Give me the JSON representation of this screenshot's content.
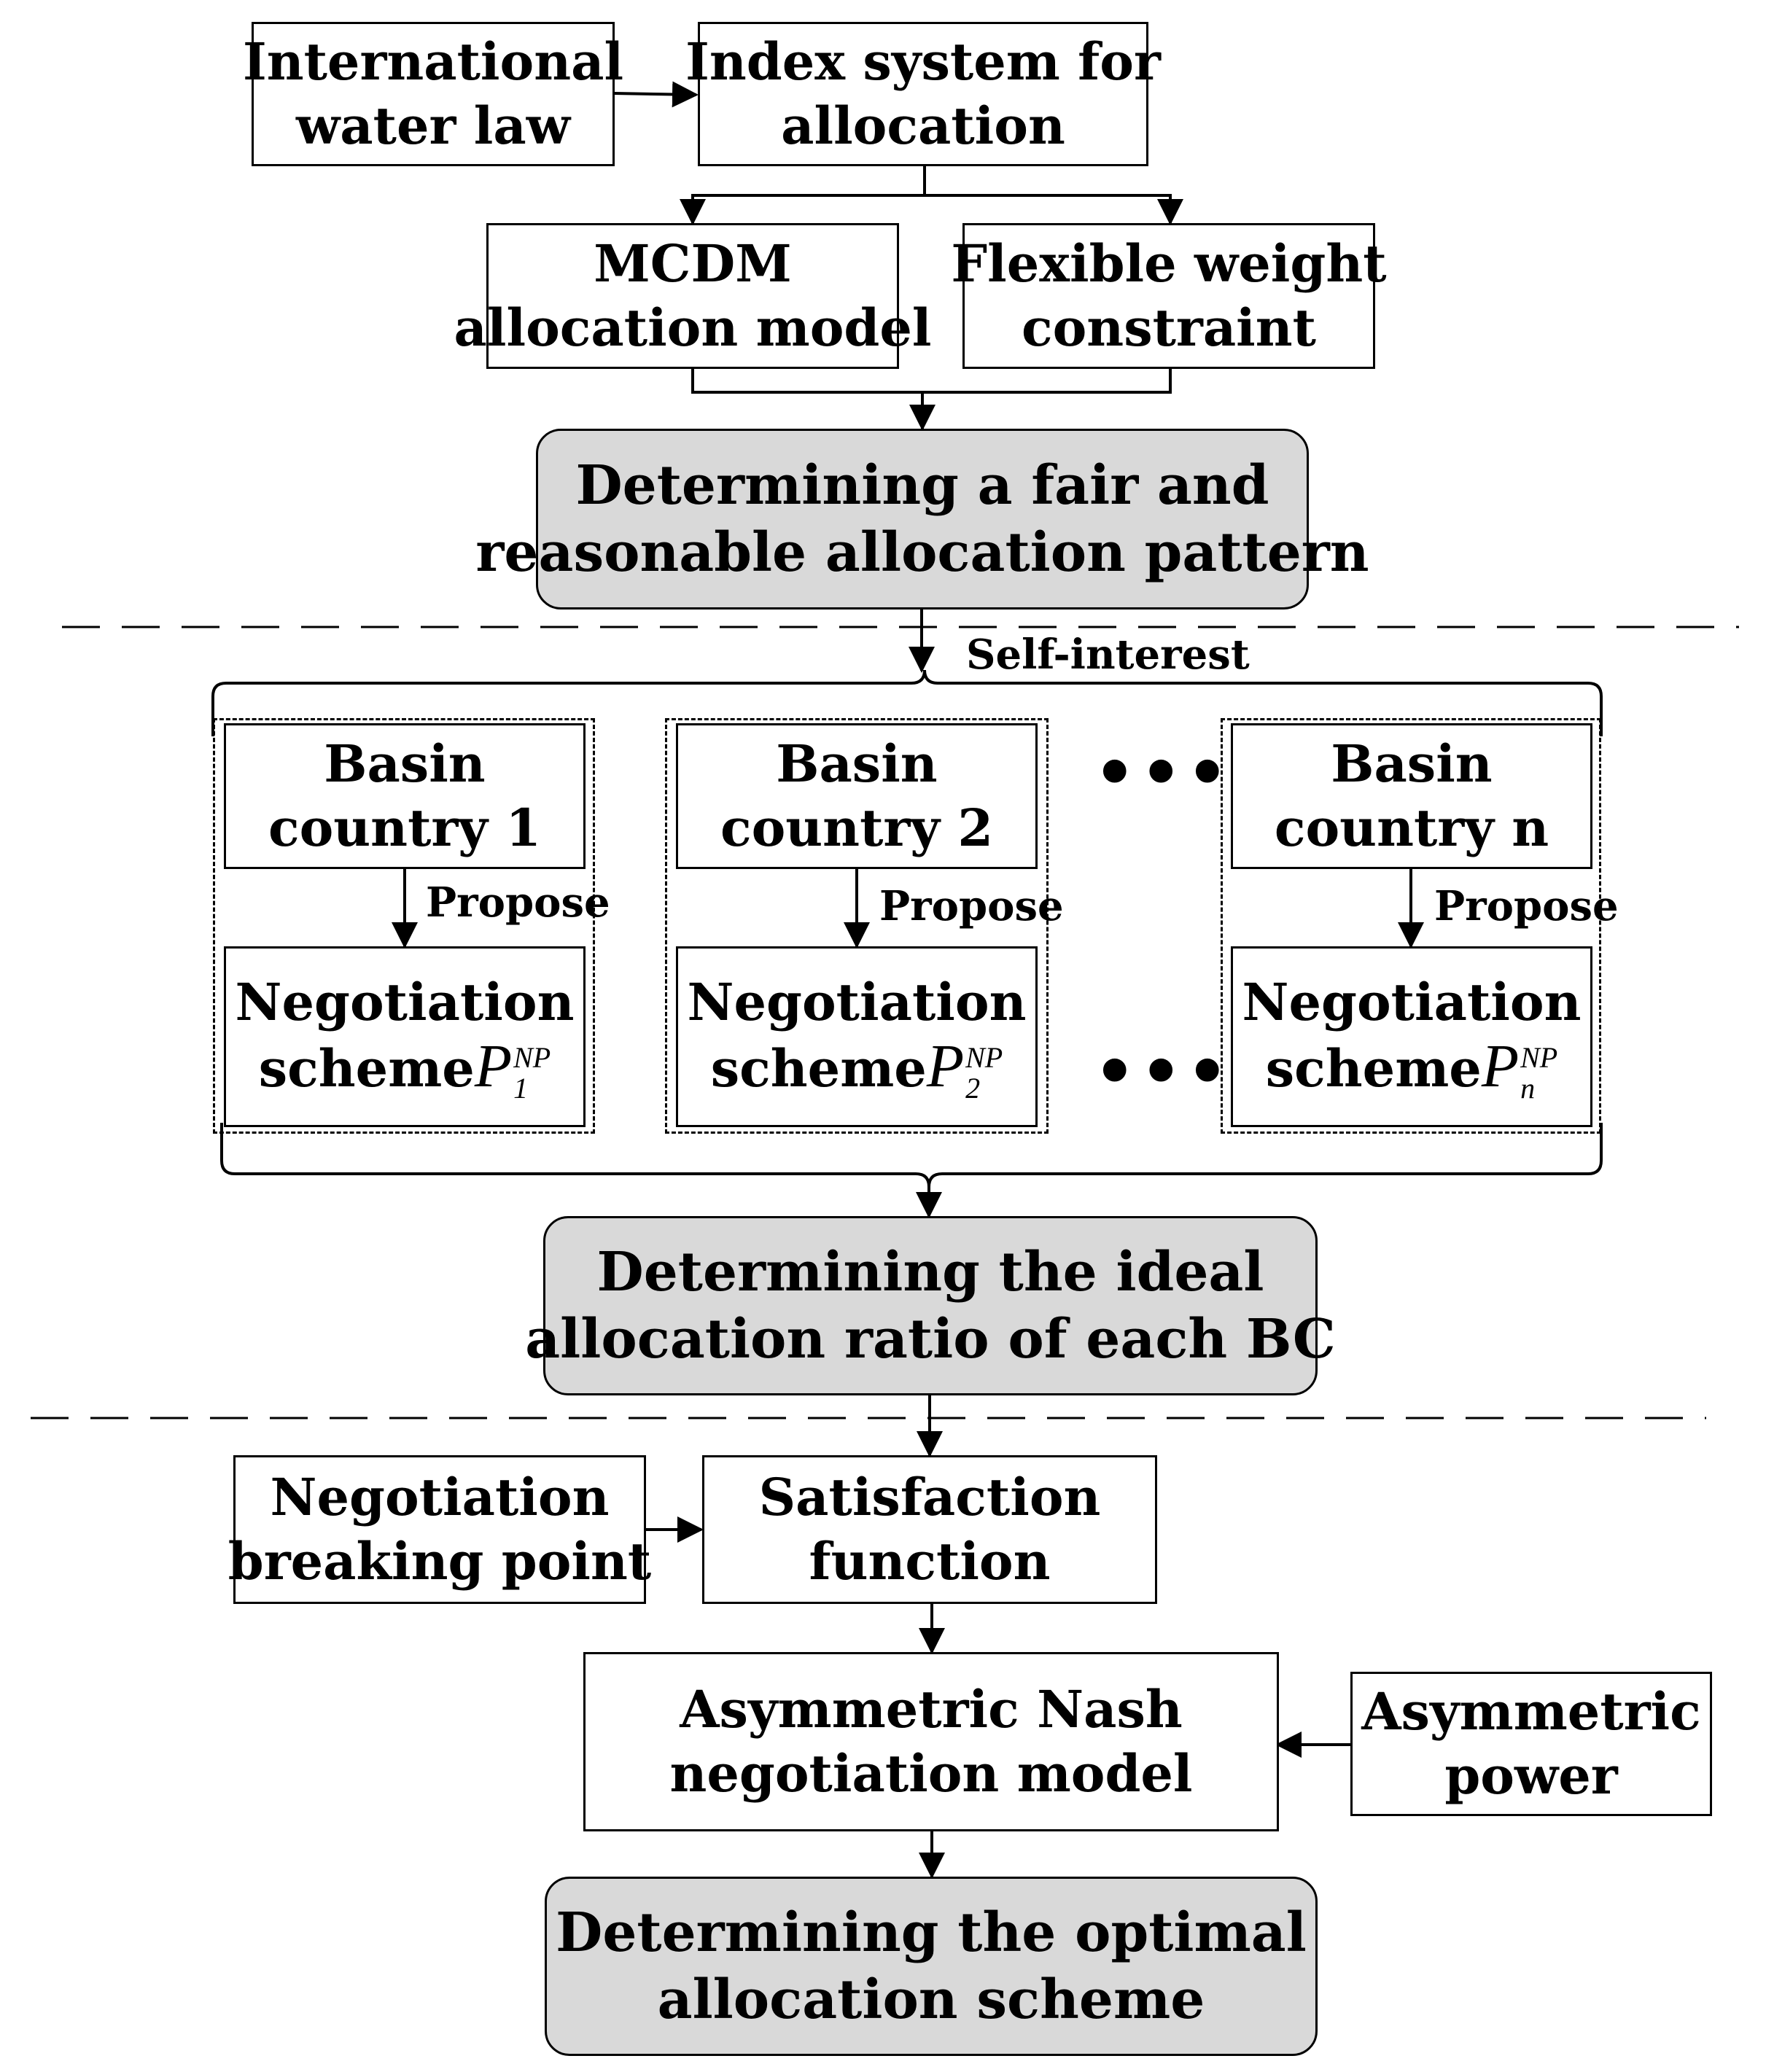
{
  "top_section": {
    "international_water_law": [
      "International",
      "water law"
    ],
    "index_system": [
      "Index system for",
      "allocation"
    ],
    "mcdm_model": [
      "MCDM",
      "allocation model"
    ],
    "flexible_weight": [
      "Flexible weight",
      "constraint"
    ],
    "fair_pattern": [
      "Determining a fair and",
      "reasonable allocation pattern"
    ]
  },
  "middle_section": {
    "self_interest_label": "Self-interest",
    "countries": [
      {
        "name": [
          "Basin",
          "country 1"
        ],
        "propose_label": "Propose",
        "scheme": [
          "Negotiation",
          "scheme"
        ],
        "symbol": "P",
        "sup": "NP",
        "sub": "1"
      },
      {
        "name": [
          "Basin",
          "country 2"
        ],
        "propose_label": "Propose",
        "scheme": [
          "Negotiation",
          "scheme"
        ],
        "symbol": "P",
        "sup": "NP",
        "sub": "2"
      },
      {
        "name": [
          "Basin",
          "country n"
        ],
        "propose_label": "Propose",
        "scheme": [
          "Negotiation",
          "scheme"
        ],
        "symbol": "P",
        "sup": "NP",
        "sub": "n"
      }
    ],
    "ellipsis": "•••",
    "ideal_ratio": [
      "Determining the ideal",
      "allocation ratio of each BC"
    ]
  },
  "bottom_section": {
    "breaking_point": [
      "Negotiation",
      "breaking point"
    ],
    "satisfaction": [
      "Satisfaction",
      "function"
    ],
    "nash_model": [
      "Asymmetric Nash",
      "negotiation model"
    ],
    "asym_power": [
      "Asymmetric",
      "power"
    ],
    "optimal_scheme": [
      "Determining the optimal",
      "allocation scheme"
    ]
  }
}
